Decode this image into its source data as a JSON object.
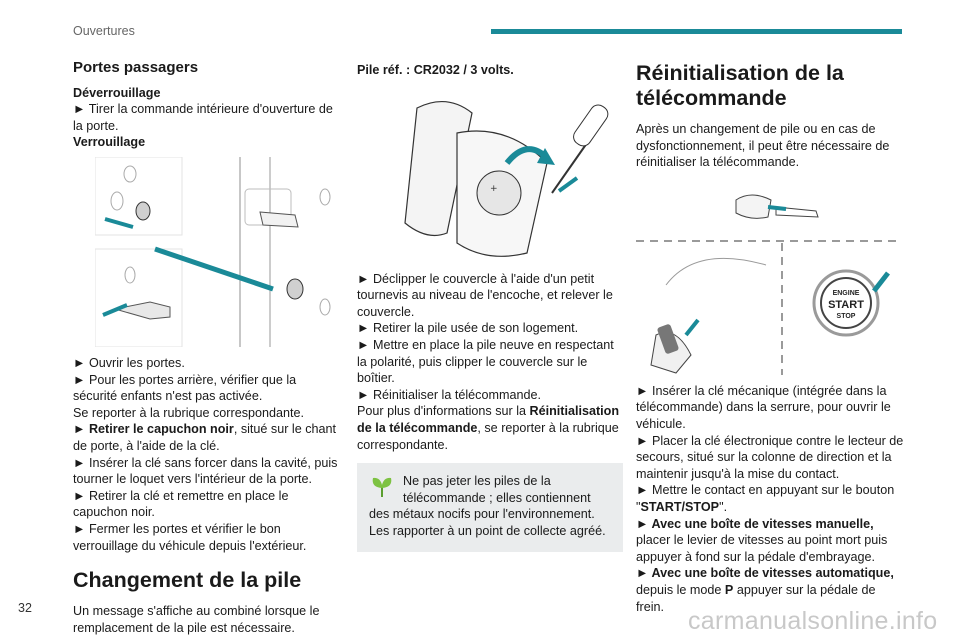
{
  "header": {
    "section": "Ouvertures"
  },
  "col1": {
    "title": "Portes passagers",
    "unlock_title": "Déverrouillage",
    "unlock_text": "► Tirer la commande intérieure d'ouverture de la porte.",
    "lock_title": "Verrouillage",
    "steps": [
      "► Ouvrir les portes.",
      "► Pour les portes arrière, vérifier que la sécurité enfants n'est pas activée.",
      "Se reporter à la rubrique correspondante."
    ],
    "cap_bold": "► Retirer le capuchon noir",
    "cap_rest": ", situé sur le chant de porte, à l'aide de la clé.",
    "steps2": [
      "► Insérer la clé sans forcer dans la cavité, puis tourner le loquet vers l'intérieur de la porte.",
      "► Retirer la clé et remettre en place le capuchon noir.",
      "► Fermer les portes et vérifier le bon verrouillage du véhicule depuis l'extérieur."
    ],
    "battery_title": "Changement de la pile",
    "battery_intro": "Un message s'affiche au combiné lorsque le remplacement de la pile est nécessaire."
  },
  "col2": {
    "battery_ref": "Pile réf. : CR2032 / 3 volts.",
    "steps": [
      "► Déclipper le couvercle à l'aide d'un petit tournevis au niveau de l'encoche, et relever le couvercle.",
      "► Retirer la pile usée de son logement.",
      "► Mettre en place la pile neuve en respectant la polarité, puis clipper le couvercle sur le boîtier.",
      "► Réinitialiser la télécommande."
    ],
    "more_info_pre": "Pour plus d'informations sur la ",
    "more_info_bold": "Réinitialisation de la télécommande",
    "more_info_post": ", se reporter à la rubrique correspondante.",
    "note": "Ne pas jeter les piles de la télécommande ; elles contiennent des métaux nocifs pour l'environnement. Les rapporter à un point de collecte agréé."
  },
  "col3": {
    "title": "Réinitialisation de la télécommande",
    "intro": "Après un changement de pile ou en cas de dysfonctionnement, il peut être nécessaire de réinitialiser la télécommande.",
    "button_line1": "ENGINE",
    "button_line2": "START",
    "button_line3": "STOP",
    "steps": [
      "► Insérer la clé mécanique (intégrée dans la télécommande) dans la serrure, pour ouvrir le véhicule.",
      "► Placer la clé électronique contre le lecteur de secours, situé sur la colonne de direction et la maintenir jusqu'à la mise du contact."
    ],
    "start_pre": "► Mettre le contact en appuyant sur le bouton \"",
    "start_bold": "START/STOP",
    "start_post": "\".",
    "manual_bold": "► Avec une boîte de vitesses manuelle,",
    "manual_rest": " placer le levier de vitesses au point mort puis appuyer à fond sur la pédale d'embrayage.",
    "auto_bold": "► Avec une boîte de vitesses automatique,",
    "auto_rest_pre": " depuis le mode ",
    "auto_mode": "P",
    "auto_rest_post": " appuyer sur la pédale de frein."
  },
  "footer": {
    "page_number": "32",
    "watermark": "carmanualsonline.info"
  },
  "colors": {
    "accent": "#1a8a98",
    "note_bg": "#eaeced",
    "leaf": "#7dc242"
  }
}
